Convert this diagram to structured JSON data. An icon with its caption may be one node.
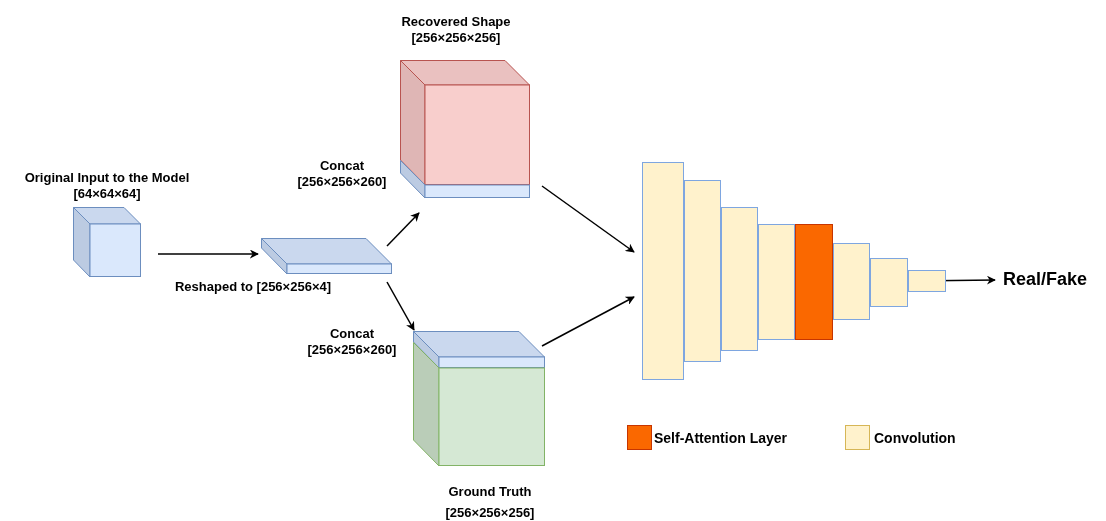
{
  "diagram": {
    "nodes": [
      {
        "text": [
          "Original Input to the Model [64×64×64]"
        ]
      },
      {
        "text": [
          "Reshaped to [256×256×4]"
        ]
      },
      {
        "text": [
          "Recovered Shape [256×256×256]",
          "Concat [256×256×260]"
        ]
      },
      {
        "text": [
          "Concat [256×256×260]",
          "Ground Truth [256×256×256]"
        ]
      },
      {
        "text": [],
        "shape": "bar"
      },
      {
        "text": [],
        "shape": "bar"
      },
      {
        "text": [],
        "shape": "bar"
      },
      {
        "text": [],
        "shape": "bar"
      },
      {
        "text": [],
        "shape": "bar"
      },
      {
        "text": [],
        "shape": "bar"
      },
      {
        "text": [],
        "shape": "bar"
      },
      {
        "text": [],
        "shape": "bar"
      },
      {
        "text": [
          "Real/Fake"
        ]
      }
    ],
    "edges": [
      {
        "from": 0,
        "to": 1,
        "arrow": "to"
      },
      {
        "from": 1,
        "to": 2,
        "arrow": "to"
      },
      {
        "from": 1,
        "to": 3,
        "arrow": "to"
      },
      {
        "from": 2,
        "to": 4,
        "arrow": "to"
      },
      {
        "from": 3,
        "to": 4,
        "arrow": "to"
      },
      {
        "from": 11,
        "to": 12,
        "arrow": "to"
      }
    ],
    "legend": [
      {
        "text": "Self-Attention Layer",
        "color": "#fa6800"
      },
      {
        "text": "Convolution",
        "color": "#fff2cc"
      }
    ]
  }
}
